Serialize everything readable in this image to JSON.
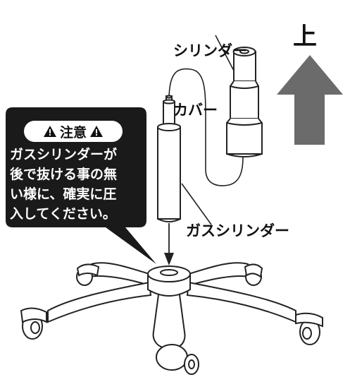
{
  "labels": {
    "cylinder_cover_line1": "シリンダー",
    "cylinder_cover_line2": "カバー",
    "up": "上",
    "gas_cylinder": "ガスシリンダー"
  },
  "warning": {
    "title": "注意",
    "lines": [
      "ガスシリンダーが",
      "後で抜ける事の無",
      "い様に、確実に圧",
      "入してください。"
    ]
  },
  "colors": {
    "warning_bg": "#1a1a1a",
    "arrow": "#6b6b6b",
    "line": "#222222"
  }
}
